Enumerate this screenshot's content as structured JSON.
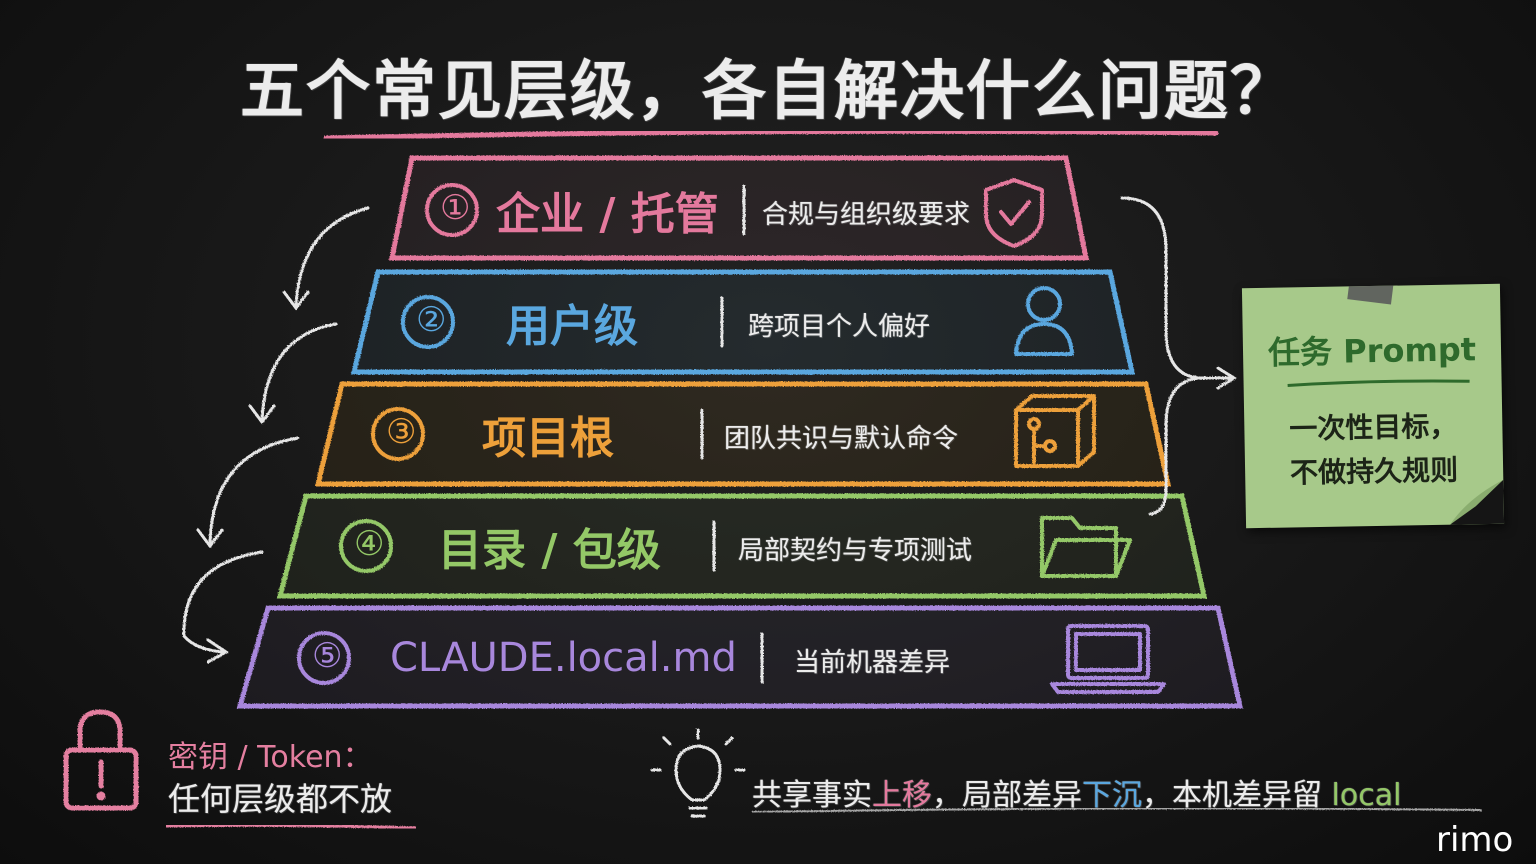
{
  "title": "五个常见层级，各自解决什么问题？",
  "layers": [
    {
      "number": "①",
      "label": "企业 / 托管",
      "description": "合规与组织级要求",
      "icon": "shield-check-icon",
      "color": "#e4799d"
    },
    {
      "number": "②",
      "label": "用户级",
      "description": "跨项目个人偏好",
      "icon": "user-icon",
      "color": "#5aa7df"
    },
    {
      "number": "③",
      "label": "项目根",
      "description": "团队共识与默认命令",
      "icon": "box-icon",
      "color": "#eda03a"
    },
    {
      "number": "④",
      "label": "目录 / 包级",
      "description": "局部契约与专项测试",
      "icon": "folder-icon",
      "color": "#94c867"
    },
    {
      "number": "⑤",
      "label": "CLAUDE.local.md",
      "description": "当前机器差异",
      "icon": "laptop-icon",
      "color": "#a887dc"
    }
  ],
  "note": {
    "title": "任务 Prompt",
    "line1": "一次性目标，",
    "line2": "不做持久规则",
    "color": "#a7c98a"
  },
  "secret": {
    "title": "密钥 / Token：",
    "body": "任何层级都不放",
    "icon": "lock-icon",
    "color": "#e47fa0"
  },
  "footer": {
    "icon": "lightbulb-icon",
    "part1": "共享事实",
    "hl1": "上移",
    "part2": "，局部差异",
    "hl2": "下沉",
    "part3": "，本机差异留 ",
    "hl3": "local",
    "hl1_color": "#e4799d",
    "hl2_color": "#5aa7df",
    "hl3_color": "#94c867"
  },
  "watermark": "rimo"
}
